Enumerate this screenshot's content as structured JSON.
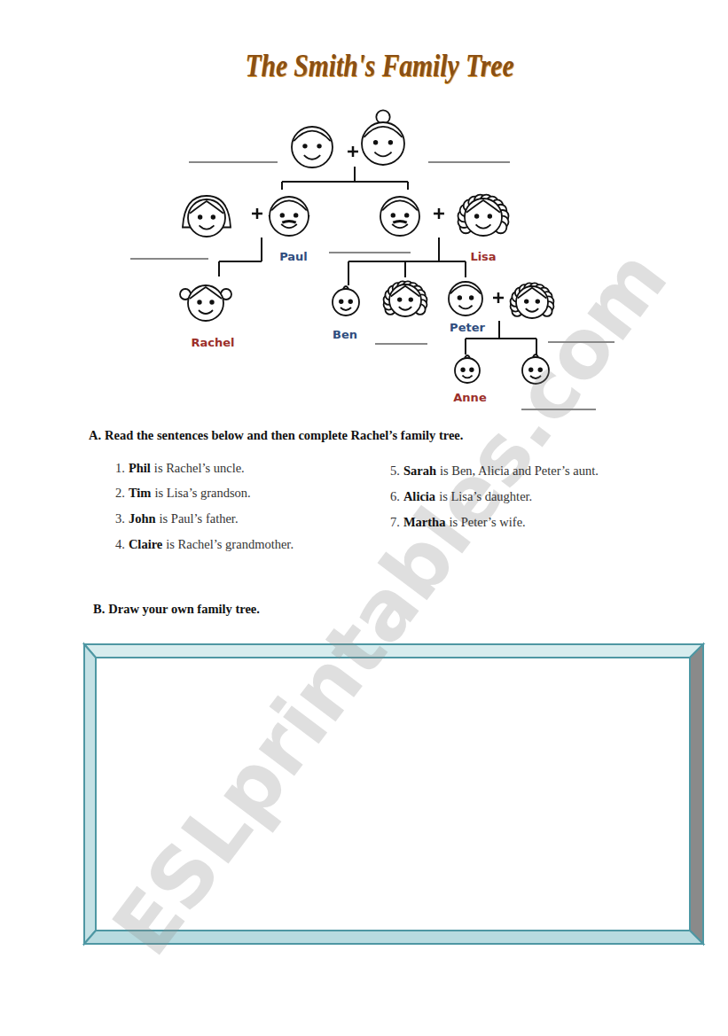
{
  "diagram": {
    "title": "The Smith's Family Tree",
    "labels": [
      "Paul",
      "Lisa",
      "Rachel",
      "Ben",
      "Peter",
      "Anne",
      "A.",
      "Read the sentences below and then complete Rachel’s family tree.",
      "1.",
      "Phil",
      "is Rachel’s uncle.",
      "2.",
      "Tim",
      "is Lisa’s grandson.",
      "3.",
      "John",
      "is Paul’s father.",
      "4.",
      "Claire",
      "is Rachel’s grandmother.",
      "5.",
      "Sarah",
      "is Ben, Alicia and Peter’s aunt.",
      "6.",
      "Alicia",
      "is Lisa’s daughter.",
      "7.",
      "Martha",
      "is Peter’s wife.",
      "B.",
      "Draw your own family tree.",
      "ESLprintables.com"
    ]
  }
}
